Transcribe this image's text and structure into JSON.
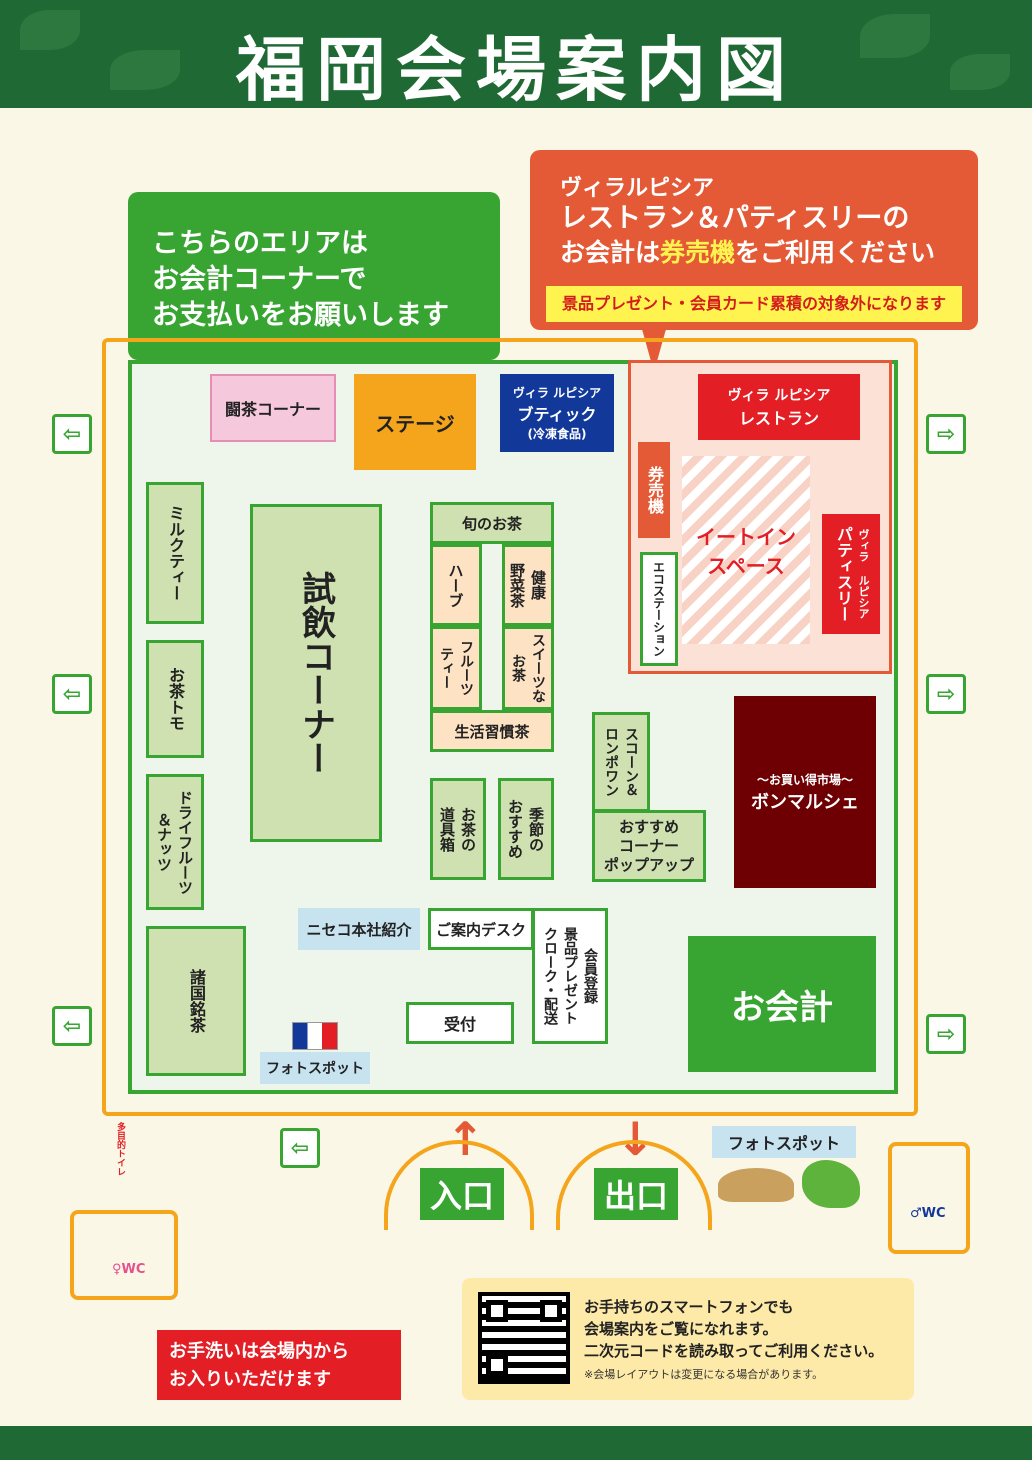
{
  "title": "福岡会場案内図",
  "callout_payment": [
    "こちらのエリアは",
    "お会計コーナーで",
    "お支払いをお願いします"
  ],
  "callout_ticket": {
    "line1": "ヴィラルピシア",
    "line2": "レストラン＆パティスリーの",
    "line3_pre": "お会計は",
    "line3_hl": "券売機",
    "line3_post": "をご利用ください",
    "banner": "景品プレゼント・会員カード累積の対象外になります"
  },
  "booths": {
    "tousa": "闘茶コーナー",
    "stage": "ステージ",
    "boutique_1": "ヴィラ ルピシア",
    "boutique_2": "ブティック",
    "boutique_3": "(冷凍食品)",
    "restaurant_1": "ヴィラ ルピシア",
    "restaurant_2": "レストラン",
    "ticket_machine": "券売機",
    "eat_in_1": "イートイン",
    "eat_in_2": "スペース",
    "patisserie_small": "ヴィラ ルピシア",
    "patisserie": "パティスリー",
    "eco": "エコステーション",
    "milk_tea": "ミルクティー",
    "tea_tomo": "お茶トモ",
    "dried_fruit_1": "ドライフルーツ",
    "dried_fruit_2": "＆ナッツ",
    "world_tea": "諸国銘茶",
    "tasting": "試飲コーナー",
    "seasonal_tea": "旬のお茶",
    "herb": "ハーブ",
    "veg_tea_1": "健康",
    "veg_tea_2": "野菜茶",
    "fruit_tea_1": "フルーツ",
    "fruit_tea_2": "ティー",
    "sweets_tea_1": "スイーツな",
    "sweets_tea_2": "お茶",
    "habit_tea": "生活習慣茶",
    "scone_1": "スコーン＆",
    "scone_2": "ロンポワン",
    "bon_sub": "〜お買い得市場〜",
    "bon": "ボンマルシェ",
    "tools_1": "お茶の",
    "tools_2": "道具箱",
    "seasonal_rec_1": "季節の",
    "seasonal_rec_2": "おすすめ",
    "popup_1": "おすすめ",
    "popup_2": "コーナー",
    "popup_3": "ポップアップ",
    "niseko": "ニセコ本社紹介",
    "info_desk": "ご案内デスク",
    "prize_1": "景品プレゼント",
    "prize_2": "クローク・配送",
    "member": "会員登録",
    "reception": "受付",
    "photo_spot": "フォトスポット",
    "checkout": "お会計"
  },
  "entrance": "入口",
  "exit": "出口",
  "photo_spot_outside": "フォトスポット",
  "multi_toilet": "多目的トイレ",
  "wc_label": "WC",
  "qr_text": [
    "お手持ちのスマートフォンでも",
    "会場案内をご覧になれます。",
    "二次元コードを読み取ってご利用ください。"
  ],
  "qr_note": "※会場レイアウトは変更になる場合があります。",
  "wash_note": [
    "お手洗いは会場内から",
    "お入りいただけます"
  ],
  "colors": {
    "green": "#38a533",
    "dark_green": "#1f6a34",
    "orange": "#f4a51c",
    "red": "#e31e24",
    "maroon": "#6e0004",
    "navy": "#12389a",
    "salmon": "#e55a36"
  }
}
